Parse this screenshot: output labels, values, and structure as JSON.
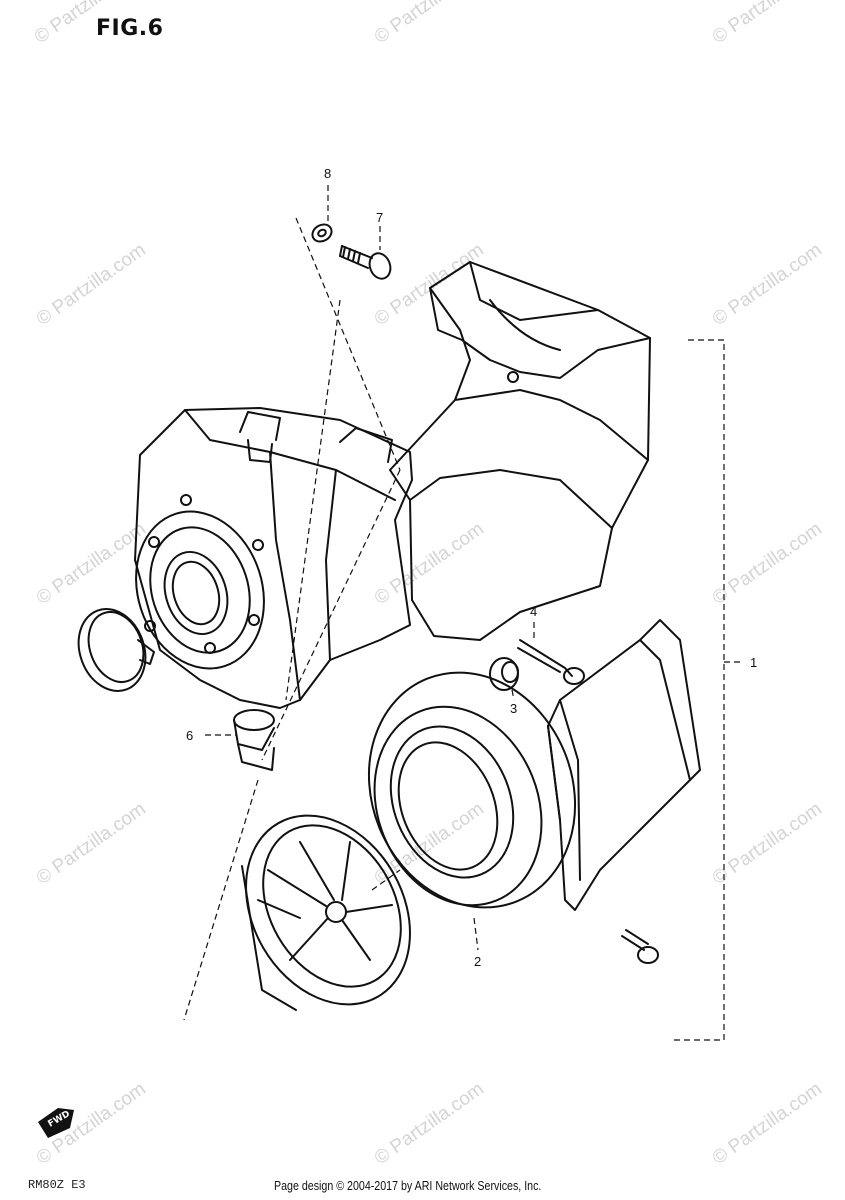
{
  "figure": {
    "title": "FIG.6",
    "model_code": "RM80Z E3",
    "forward_badge": "FWD",
    "footer": "Page design © 2004-2017 by ARI Network Services, Inc.",
    "watermark": "© Partzilla.com",
    "line_color": "#111111",
    "watermark_color": "#d4d4d4"
  },
  "callouts": {
    "c1": "1",
    "c2": "2",
    "c3": "3",
    "c4": "4",
    "c6": "6",
    "c7": "7",
    "c8": "8"
  }
}
